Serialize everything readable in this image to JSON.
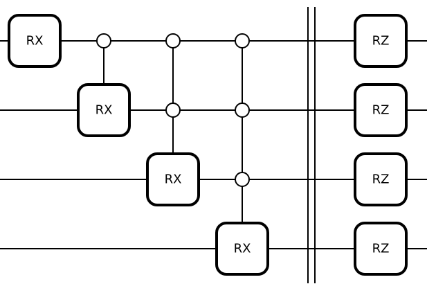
{
  "circuit": {
    "qubit_count": 4,
    "layers": [
      {
        "ops": [
          {
            "type": "gate",
            "label": "RX",
            "qubit": 0
          }
        ]
      },
      {
        "ops": [
          {
            "type": "controlled",
            "label": "RX",
            "controls": [
              0
            ],
            "target": 1
          }
        ]
      },
      {
        "ops": [
          {
            "type": "controlled",
            "label": "RX",
            "controls": [
              0,
              1
            ],
            "target": 2
          }
        ]
      },
      {
        "ops": [
          {
            "type": "controlled",
            "label": "RX",
            "controls": [
              0,
              1,
              2
            ],
            "target": 3
          }
        ]
      },
      {
        "ops": [
          {
            "type": "barrier"
          }
        ]
      },
      {
        "ops": [
          {
            "type": "gate",
            "label": "RZ",
            "qubit": 0
          },
          {
            "type": "gate",
            "label": "RZ",
            "qubit": 1
          },
          {
            "type": "gate",
            "label": "RZ",
            "qubit": 2
          },
          {
            "type": "gate",
            "label": "RZ",
            "qubit": 3
          }
        ]
      }
    ]
  }
}
